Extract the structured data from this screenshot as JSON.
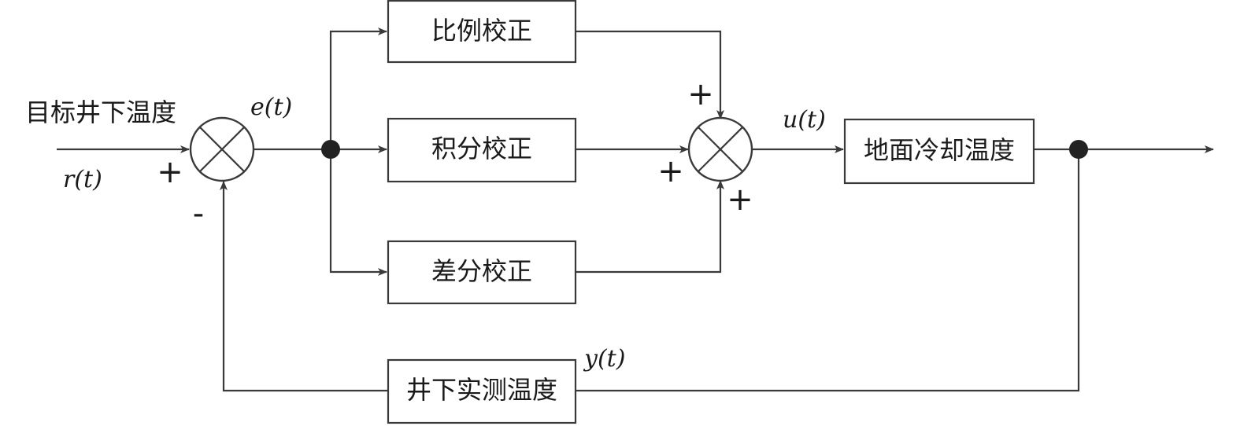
{
  "blocks": {
    "proportional": "比例校正",
    "integral": "积分校正",
    "derivative": "差分校正",
    "plant": "地面冷却温度",
    "sensor": "井下实测温度"
  },
  "labels": {
    "input_name": "目标井下温度",
    "input_signal": "r(t)",
    "error_signal": "e(t)",
    "control_signal": "u(t)",
    "output_signal": "y(t)"
  },
  "signs": {
    "sum1_input": "+",
    "sum1_feedback": "-",
    "sum2_top": "+",
    "sum2_left": "+",
    "sum2_bottom": "+"
  },
  "colors": {
    "line": "#3a3a3a",
    "text": "#1a1a1a"
  }
}
